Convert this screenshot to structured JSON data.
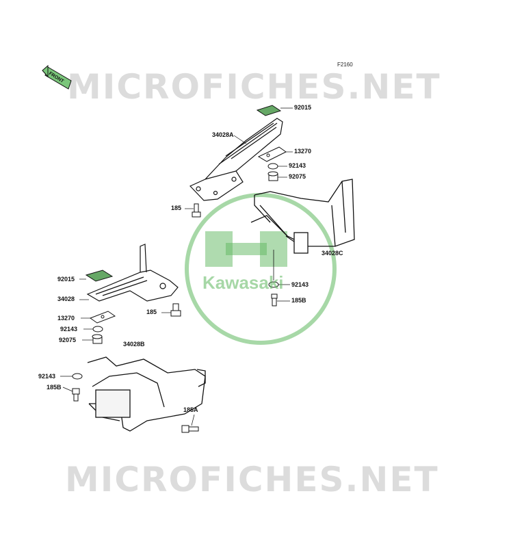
{
  "figure_code": "F2160",
  "front_arrow_label": "FRONT",
  "watermark_top": "MICROFICHES.NET",
  "watermark_bottom": "MICROFICHES.NET",
  "brand_watermark": "Kawasaki",
  "colors": {
    "brand_green": "#5fb85f",
    "line": "#111111",
    "part_green": "#5fa55f",
    "watermark": "#dcdcdc"
  },
  "part_labels": {
    "p92015_top": "92015",
    "p34028A": "34028A",
    "p13270_top": "13270",
    "p92143_top": "92143",
    "p92075_top": "92075",
    "p185_top": "185",
    "p34028C": "34028C",
    "p92143_mid": "92143",
    "p185B_right": "185B",
    "p92015_left": "92015",
    "p34028": "34028",
    "p185_mid": "185",
    "p13270_left": "13270",
    "p92143_left": "92143",
    "p92075_left": "92075",
    "p34028B": "34028B",
    "p92143_bottom": "92143",
    "p185B_left": "185B",
    "p185A": "185A"
  }
}
